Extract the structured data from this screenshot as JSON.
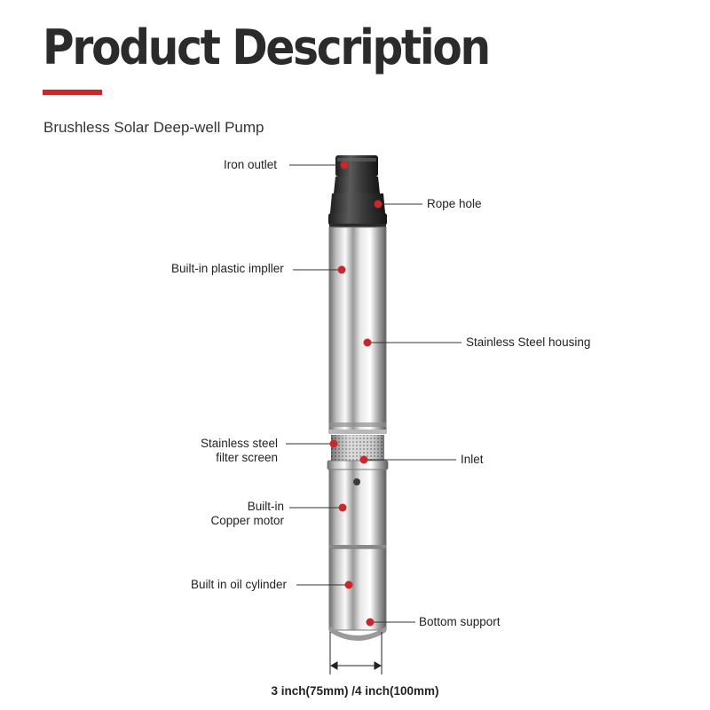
{
  "header": {
    "title": "Product Description",
    "accent_color": "#c8282a",
    "subtitle": "Brushless Solar Deep-well Pump"
  },
  "callouts": {
    "iron_outlet": "Iron outlet",
    "rope_hole": "Rope hole",
    "impeller": "Built-in plastic impller",
    "housing": "Stainless Steel housing",
    "filter_line1": "Stainless steel",
    "filter_line2": "filter screen",
    "inlet": "Inlet",
    "motor_line1": "Built-in",
    "motor_line2": "Copper motor",
    "oil_cylinder": "Built in oil cylinder",
    "bottom_support": "Bottom support"
  },
  "dimension": {
    "caption": "3 inch(75mm) /4 inch(100mm)"
  },
  "colors": {
    "marker": "#c8282a",
    "leader": "#333333"
  }
}
